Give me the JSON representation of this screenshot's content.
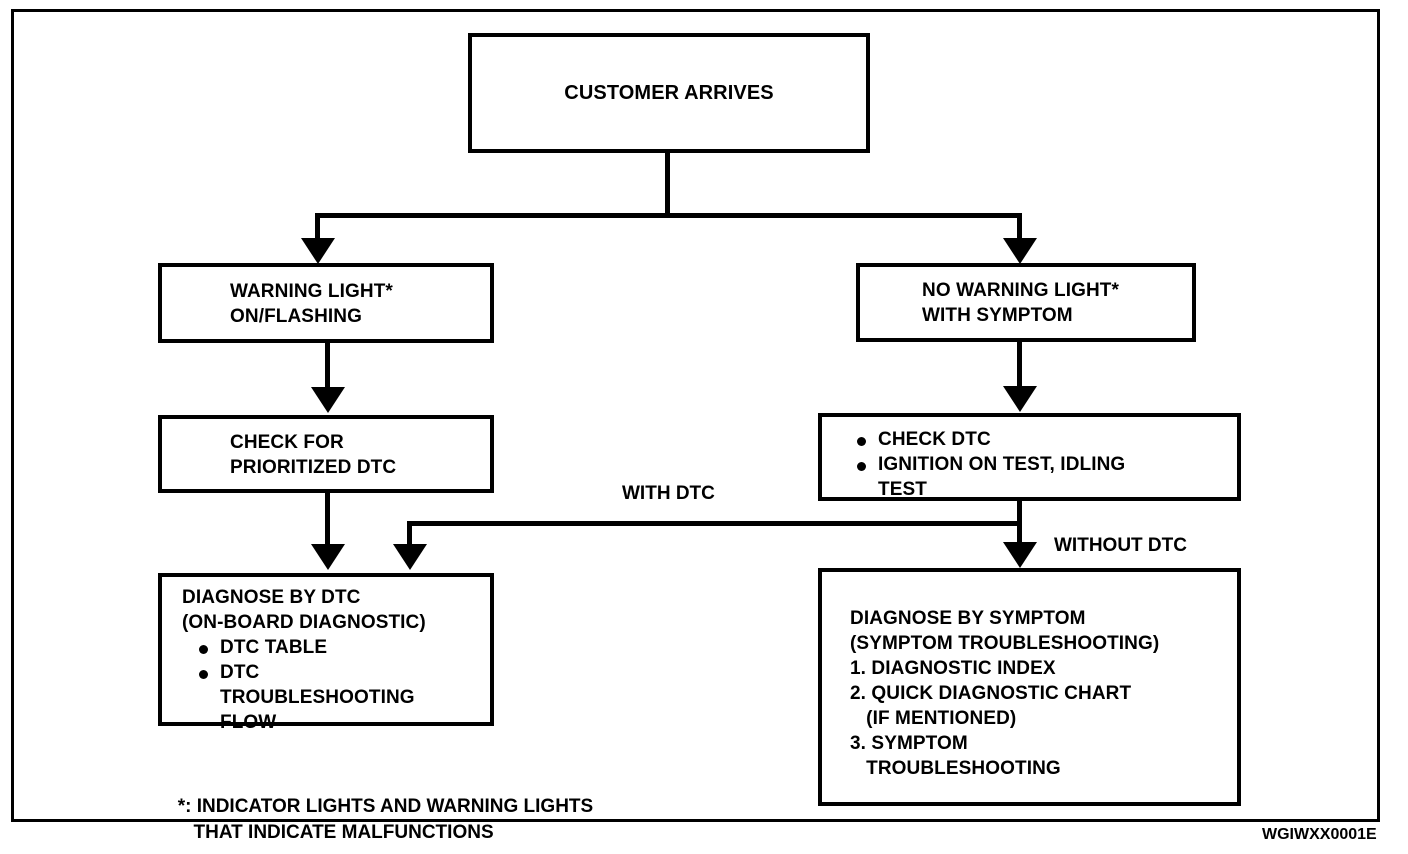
{
  "diagram": {
    "title_box": {
      "label": "CUSTOMER ARRIVES"
    },
    "branch_left": {
      "line1": "WARNING LIGHT*",
      "line2": "ON/FLASHING"
    },
    "branch_right": {
      "line1": "NO WARNING LIGHT*",
      "line2": "WITH SYMPTOM"
    },
    "check_prioritized": {
      "line1": "CHECK FOR",
      "line2": "PRIORITIZED DTC"
    },
    "check_dtc": {
      "bullet1": "CHECK DTC",
      "bullet2": "IGNITION ON TEST, IDLING",
      "bullet2_cont": "TEST"
    },
    "diagnose_by_dtc": {
      "heading1": "DIAGNOSE BY DTC",
      "heading2": "(ON-BOARD DIAGNOSTIC)",
      "bullet1": "DTC TABLE",
      "bullet2": "DTC",
      "bullet2_cont1": "TROUBLESHOOTING",
      "bullet2_cont2": "FLOW"
    },
    "diagnose_by_symptom": {
      "heading1": "DIAGNOSE BY SYMPTOM",
      "heading2": "(SYMPTOM TROUBLESHOOTING)",
      "item1": "1. DIAGNOSTIC INDEX",
      "item2": "2. QUICK DIAGNOSTIC CHART",
      "item2_cont": "   (IF MENTIONED)",
      "item3": "3. SYMPTOM",
      "item3_cont": "   TROUBLESHOOTING"
    },
    "edge_labels": {
      "with_dtc": "WITH DTC",
      "without_dtc": "WITHOUT DTC"
    },
    "footnote": {
      "line1": "*: INDICATOR LIGHTS AND WARNING LIGHTS",
      "line2": "   THAT INDICATE MALFUNCTIONS"
    },
    "corner_code": "WGIWXX0001E",
    "colors": {
      "ink": "#000000",
      "paper": "#ffffff"
    }
  }
}
